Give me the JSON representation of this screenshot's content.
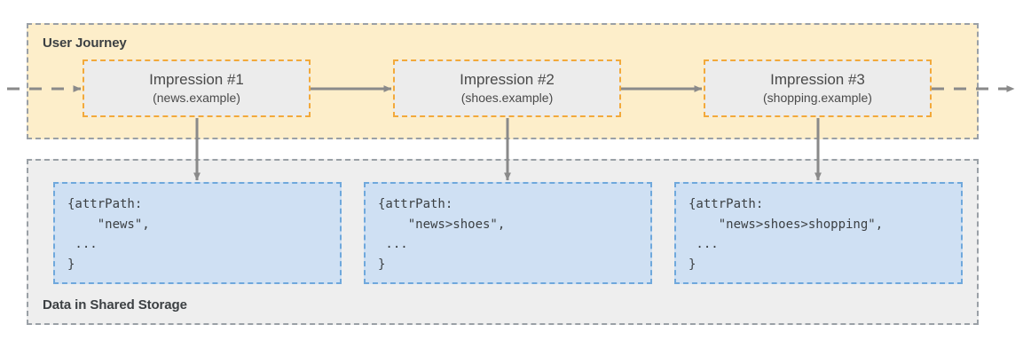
{
  "diagram": {
    "journey": {
      "title": "User Journey",
      "impressions": [
        {
          "title": "Impression #1",
          "subtitle": "(news.example)"
        },
        {
          "title": "Impression #2",
          "subtitle": "(shoes.example)"
        },
        {
          "title": "Impression #3",
          "subtitle": "(shopping.example)"
        }
      ]
    },
    "storage": {
      "title": "Data in Shared Storage",
      "blocks": [
        {
          "code": "{attrPath:\n    \"news\",\n ...\n}"
        },
        {
          "code": "{attrPath:\n    \"news>shoes\",\n ...\n}"
        },
        {
          "code": "{attrPath:\n    \"news>shoes>shopping\",\n ...\n}"
        }
      ]
    },
    "colors": {
      "journey_fill": "#fdeeca",
      "storage_fill": "#eeeeee",
      "container_border": "#9aa0a6",
      "impression_fill": "#ececec",
      "impression_border": "#f2a93b",
      "storage_block_fill": "#cfe0f3",
      "storage_block_border": "#6fa8dc",
      "arrow": "#8a8a8a",
      "text": "#3c4043"
    }
  }
}
